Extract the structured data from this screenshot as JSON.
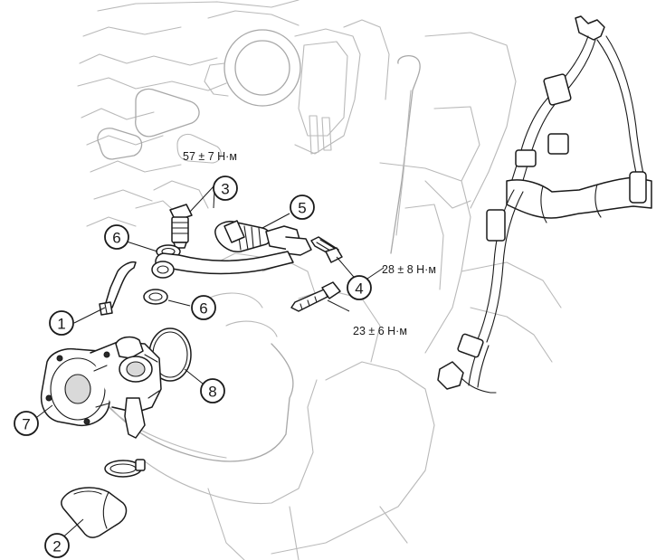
{
  "callouts": [
    {
      "id": "1",
      "label": "1"
    },
    {
      "id": "2",
      "label": "2"
    },
    {
      "id": "3",
      "label": "3"
    },
    {
      "id": "4",
      "label": "4"
    },
    {
      "id": "5",
      "label": "5"
    },
    {
      "id": "6a",
      "label": "6"
    },
    {
      "id": "6b",
      "label": "6"
    },
    {
      "id": "7",
      "label": "7"
    },
    {
      "id": "8",
      "label": "8"
    }
  ],
  "torque_specs": {
    "bolt_3": "57 ± 7 Н·м",
    "bolt_4": "28 ± 8 Н·м",
    "bolt_long": "23 ± 6 Н·м"
  }
}
